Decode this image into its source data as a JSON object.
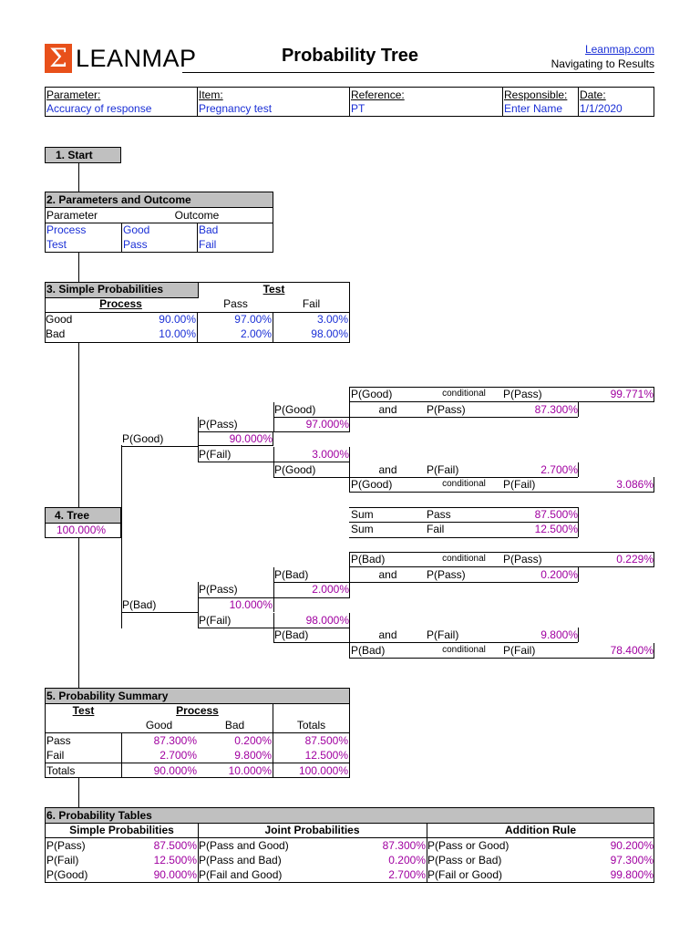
{
  "header": {
    "logo_text": "LEANMAP",
    "title": "Probability Tree",
    "site": "Leanmap.com",
    "tagline": "Navigating to Results"
  },
  "meta": {
    "parameter_label": "Parameter:",
    "parameter_value": "Accuracy of response",
    "item_label": "Item:",
    "item_value": "Pregnancy test",
    "reference_label": "Reference:",
    "reference_value": "PT",
    "responsible_label": "Responsible:",
    "responsible_value": "Enter Name",
    "date_label": "Date:",
    "date_value": "1/1/2020"
  },
  "s1": {
    "title": "1. Start"
  },
  "s2": {
    "title": "2. Parameters and Outcome",
    "col_parameter": "Parameter",
    "col_outcome": "Outcome",
    "rows": [
      {
        "param": "Process",
        "o1": "Good",
        "o2": "Bad"
      },
      {
        "param": "Test",
        "o1": "Pass",
        "o2": "Fail"
      }
    ]
  },
  "s3": {
    "title": "3. Simple Probabilities",
    "process_label": "Process",
    "test_label": "Test",
    "col_pass": "Pass",
    "col_fail": "Fail",
    "rows": [
      {
        "label": "Good",
        "p": "90.00%",
        "pass": "97.00%",
        "fail": "3.00%"
      },
      {
        "label": "Bad",
        "p": "10.00%",
        "pass": "2.00%",
        "fail": "98.00%"
      }
    ]
  },
  "s4": {
    "title": "4. Tree",
    "root": "100.000%",
    "good": {
      "label": "P(Good)",
      "value": "90.000%"
    },
    "bad": {
      "label": "P(Bad)",
      "value": "10.000%"
    },
    "good_pass": {
      "label": "P(Pass)",
      "value": "97.000%"
    },
    "good_fail": {
      "label": "P(Fail)",
      "value": "3.000%"
    },
    "bad_pass": {
      "label": "P(Pass)",
      "value": "2.000%"
    },
    "bad_fail": {
      "label": "P(Fail)",
      "value": "98.000%"
    },
    "joint": [
      {
        "a": "P(Good)",
        "op": "and",
        "b": "P(Pass)",
        "v": "87.300%"
      },
      {
        "a": "P(Good)",
        "op": "and",
        "b": "P(Fail)",
        "v": "2.700%"
      },
      {
        "a": "P(Bad)",
        "op": "and",
        "b": "P(Pass)",
        "v": "0.200%"
      },
      {
        "a": "P(Bad)",
        "op": "and",
        "b": "P(Fail)",
        "v": "9.800%"
      }
    ],
    "cond": [
      {
        "a": "P(Good)",
        "op": "conditional",
        "b": "P(Pass)",
        "v": "99.771%"
      },
      {
        "a": "P(Good)",
        "op": "conditional",
        "b": "P(Fail)",
        "v": "3.086%"
      },
      {
        "a": "P(Bad)",
        "op": "conditional",
        "b": "P(Pass)",
        "v": "0.229%"
      },
      {
        "a": "P(Bad)",
        "op": "conditional",
        "b": "P(Fail)",
        "v": "78.400%"
      }
    ],
    "sums": [
      {
        "a": "Sum",
        "b": "Pass",
        "v": "87.500%"
      },
      {
        "a": "Sum",
        "b": "Fail",
        "v": "12.500%"
      }
    ]
  },
  "s5": {
    "title": "5. Probability Summary",
    "test_label": "Test",
    "process_label": "Process",
    "col_good": "Good",
    "col_bad": "Bad",
    "col_totals": "Totals",
    "rows": [
      {
        "label": "Pass",
        "good": "87.300%",
        "bad": "0.200%",
        "total": "87.500%"
      },
      {
        "label": "Fail",
        "good": "2.700%",
        "bad": "9.800%",
        "total": "12.500%"
      },
      {
        "label": "Totals",
        "good": "90.000%",
        "bad": "10.000%",
        "total": "100.000%"
      }
    ]
  },
  "s6": {
    "title": "6. Probability Tables",
    "col_simple": "Simple Probabilities",
    "col_joint": "Joint Probabilities",
    "col_add": "Addition Rule",
    "rows": [
      {
        "s": "P(Pass)",
        "sv": "87.500%",
        "j": "P(Pass and Good)",
        "jv": "87.300%",
        "a": "P(Pass or Good)",
        "av": "90.200%"
      },
      {
        "s": "P(Fail)",
        "sv": "12.500%",
        "j": "P(Pass and Bad)",
        "jv": "0.200%",
        "a": "P(Pass or Bad)",
        "av": "97.300%"
      },
      {
        "s": "P(Good)",
        "sv": "90.000%",
        "j": "P(Fail and Good)",
        "jv": "2.700%",
        "a": "P(Fail or Good)",
        "av": "99.800%"
      }
    ]
  }
}
